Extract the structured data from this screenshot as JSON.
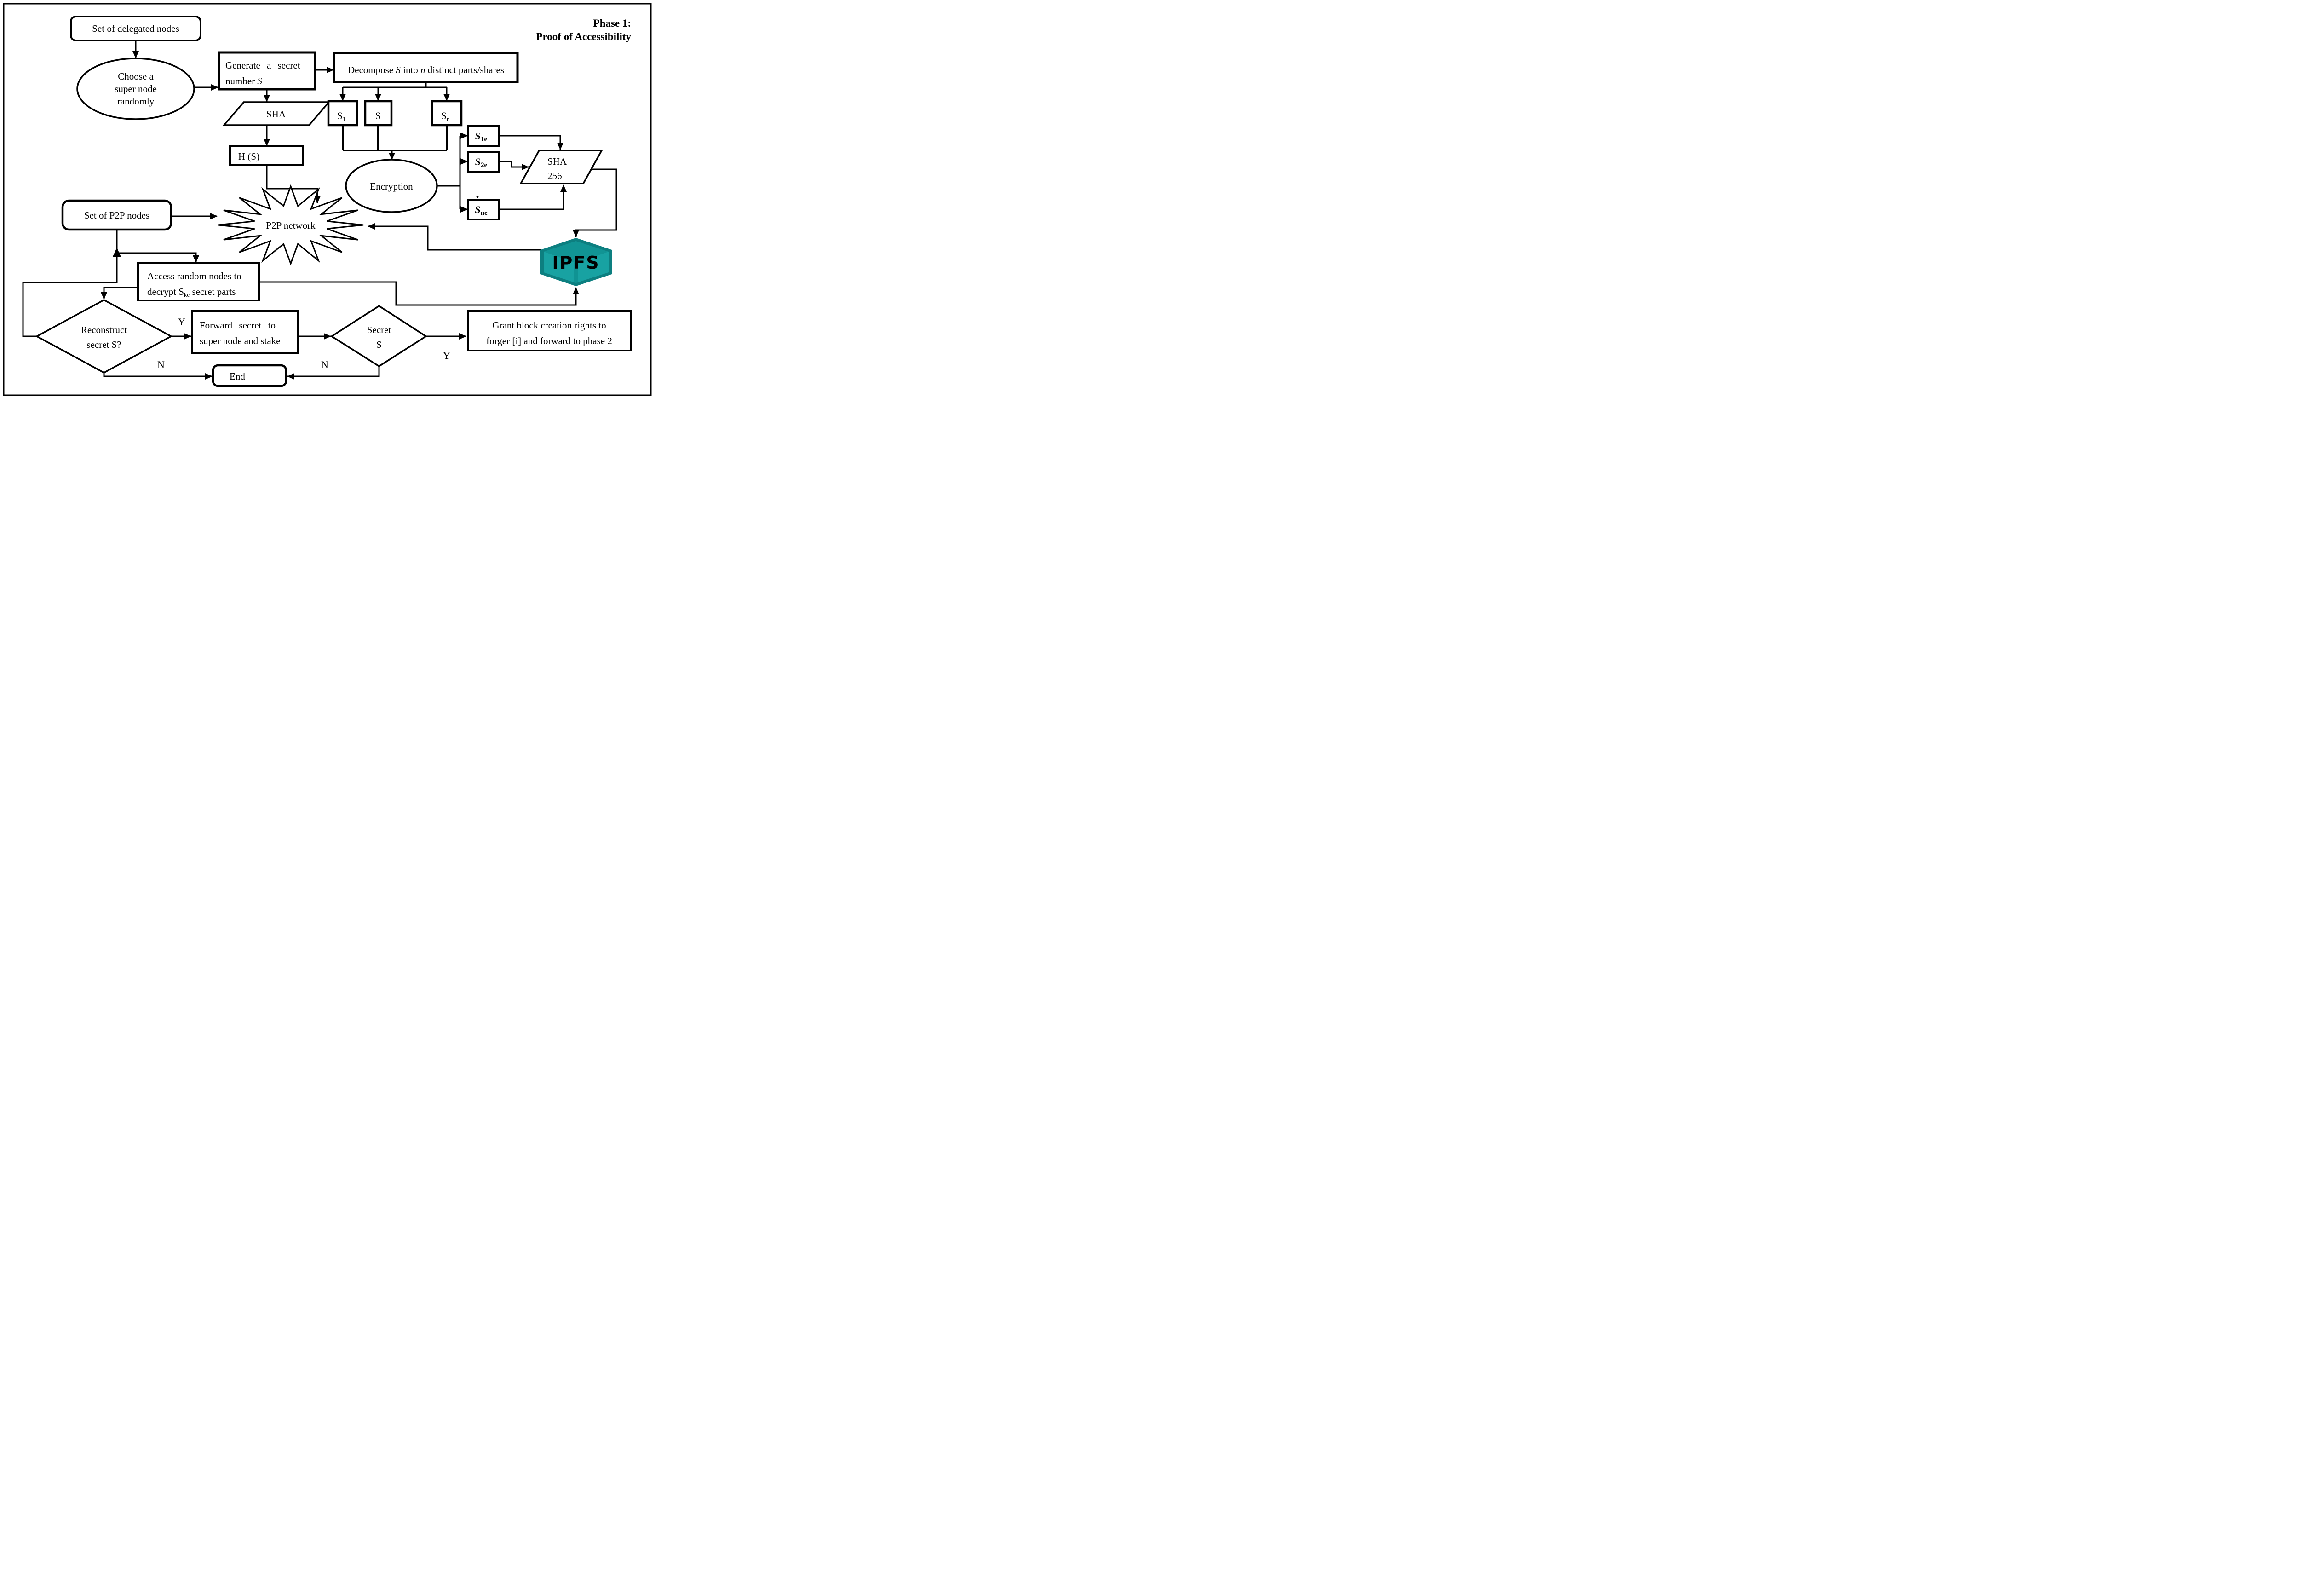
{
  "title": {
    "line1": "Phase 1:",
    "line2": "Proof of Accessibility"
  },
  "nodes": {
    "delegated": {
      "label": "Set of delegated nodes"
    },
    "choose": {
      "line1": "Choose a",
      "line2": "super node",
      "line3": "randomly"
    },
    "generate": {
      "line1": "Generate a secret",
      "line2_prefix": "number ",
      "line2_var": "S"
    },
    "decompose": {
      "seg1": "Decompose ",
      "var1": "S",
      "seg2": " into ",
      "var2": "n",
      "seg3": " distinct parts/shares"
    },
    "sha": {
      "label": "SHA"
    },
    "hs": {
      "label": "H (S)"
    },
    "s1": {
      "base": "S",
      "sub": "1"
    },
    "s": {
      "base": "S"
    },
    "sn": {
      "base": "S",
      "sub": "n"
    },
    "encryption": {
      "label": "Encryption"
    },
    "s1e": {
      "base": "S",
      "sub": "1e"
    },
    "s2e": {
      "base": "S",
      "sub": "2e"
    },
    "sne": {
      "base": "S",
      "sub": "ne"
    },
    "ellipsis_dot": ".",
    "sha256": {
      "line1": "SHA",
      "line2": "256"
    },
    "ipfs": {
      "label": "IPFS"
    },
    "p2p_nodes": {
      "label": "Set of P2P nodes"
    },
    "p2p_network": {
      "label": "P2P network"
    },
    "access": {
      "line1": "Access random nodes to",
      "line2_prefix": "decrypt S",
      "line2_sub": "ke",
      "line2_suffix": " secret parts"
    },
    "reconstruct": {
      "line1": "Reconstruct",
      "line2": "secret S?"
    },
    "forward": {
      "line1": "Forward secret to",
      "line2": "super node and stake"
    },
    "secret": {
      "line1": "Secret",
      "line2": "S"
    },
    "grant": {
      "line1": "Grant block creation rights to",
      "line2": "forger [i] and forward to phase 2"
    },
    "end": {
      "label": "End"
    }
  },
  "edge_labels": {
    "reconstruct_yes": "Y",
    "reconstruct_no": "N",
    "secret_yes": "Y",
    "secret_no": "N"
  },
  "colors": {
    "line": "#000000",
    "ipfs_teal": "#18a2a2",
    "ipfs_dark": "#0d7f80",
    "ipfs_text": "#ffffff"
  }
}
